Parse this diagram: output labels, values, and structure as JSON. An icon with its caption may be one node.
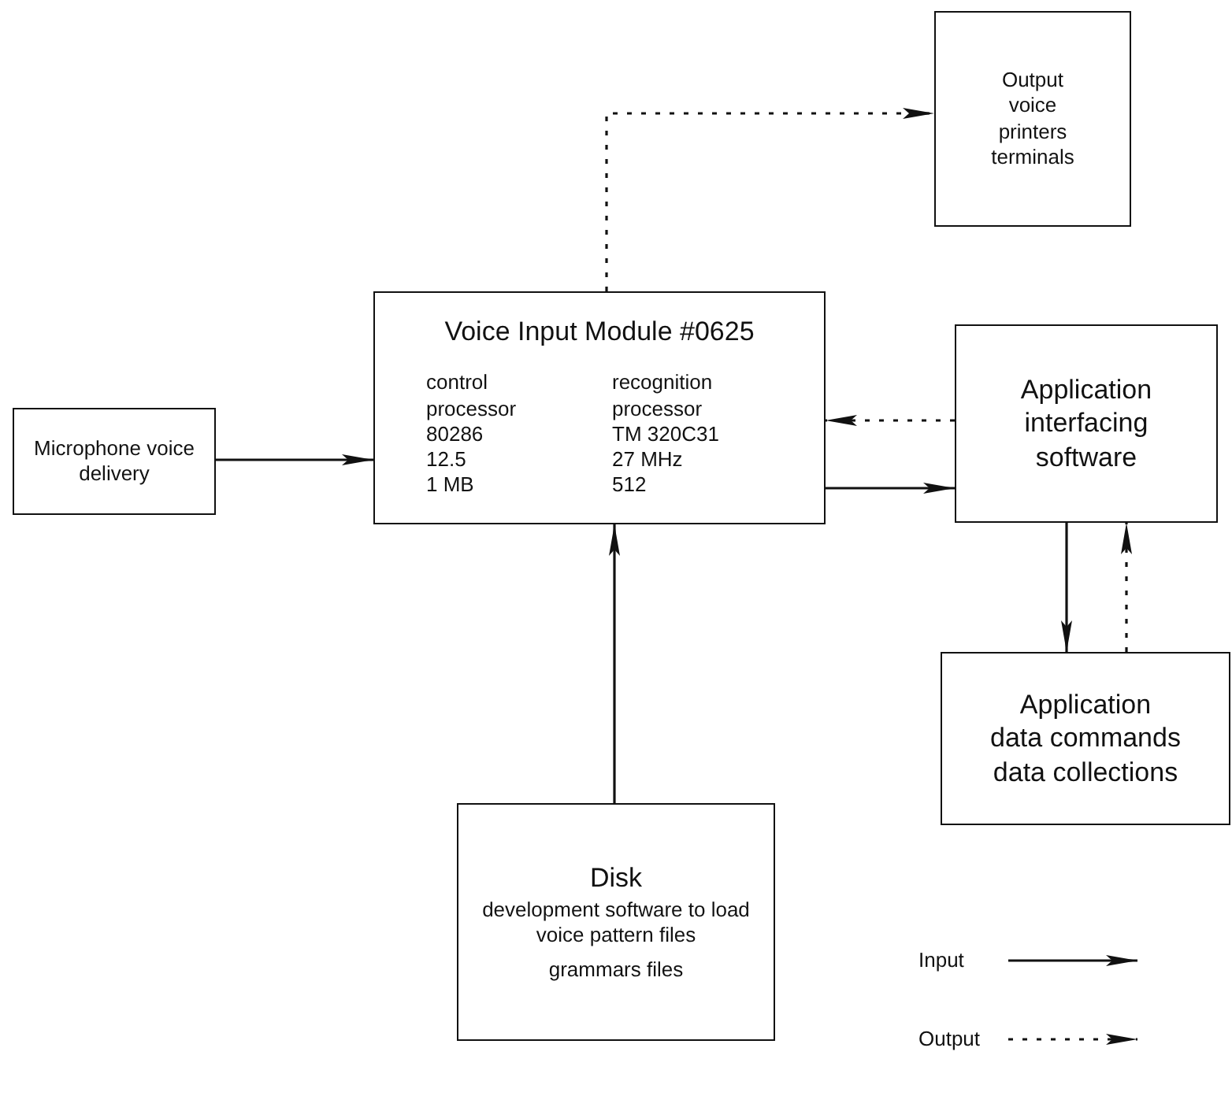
{
  "diagram": {
    "nodes": [
      {
        "text": [
          "Output voice printers terminals"
        ]
      },
      {
        "text": [
          "Voice Input Module #0625",
          "control processor",
          "80286",
          "12.5",
          "1 MB",
          "recognition processor",
          "TM 320C31",
          "27 MHz",
          "512"
        ]
      },
      {
        "text": [
          "Microphone voice delivery"
        ]
      },
      {
        "text": [
          "Application interfacing software"
        ]
      },
      {
        "text": [
          "Application",
          "data commands data collections"
        ]
      },
      {
        "text": [
          "Disk",
          "development software to load voice pattern files",
          "grammars files"
        ]
      }
    ],
    "edges": [
      {
        "from": 1,
        "to": 0,
        "arrow": "to",
        "style": "dashed"
      },
      {
        "from": 2,
        "to": 1,
        "arrow": "to"
      },
      {
        "from": 3,
        "to": 1,
        "arrow": "to",
        "style": "dashed"
      },
      {
        "from": 1,
        "to": 3,
        "arrow": "to"
      },
      {
        "from": 3,
        "to": 4,
        "arrow": "to"
      },
      {
        "from": 4,
        "to": 3,
        "arrow": "to",
        "style": "dashed"
      },
      {
        "from": 5,
        "to": 1,
        "arrow": "to"
      }
    ],
    "legend": [
      {
        "text": "Input"
      },
      {
        "text": "Output"
      }
    ]
  }
}
